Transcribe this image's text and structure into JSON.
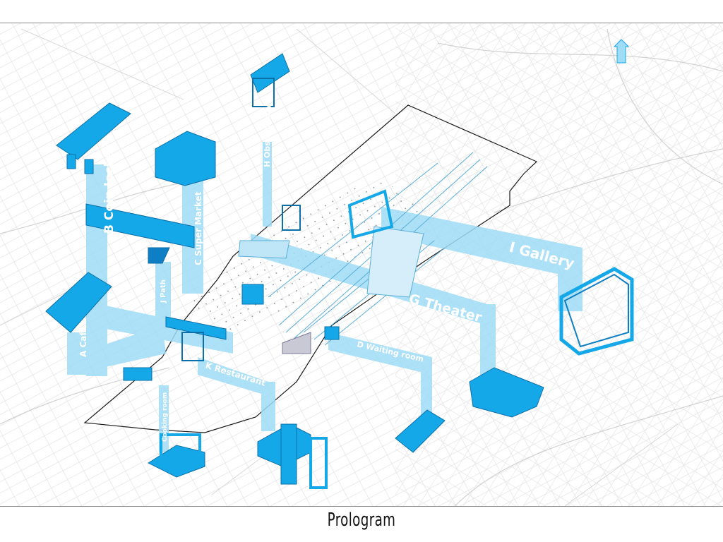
{
  "caption": "Prologram",
  "colors": {
    "accent": "#15a8e8",
    "accent_dark": "#0e7fc4",
    "band": "#9fdcf6",
    "map_lines": "#d9d9d9",
    "site_outline": "#1a1a1a"
  },
  "labels": {
    "a": "A Cafe",
    "b": "B Coin locker",
    "c": "C Super Market",
    "d": "D Waiting room",
    "g": "G Theater",
    "h": "H Observatory",
    "i": "I Gallery",
    "j": "J Path",
    "k": "K Restaurant",
    "e": "Cooking room"
  },
  "icons": {
    "north": "north-arrow-icon"
  }
}
